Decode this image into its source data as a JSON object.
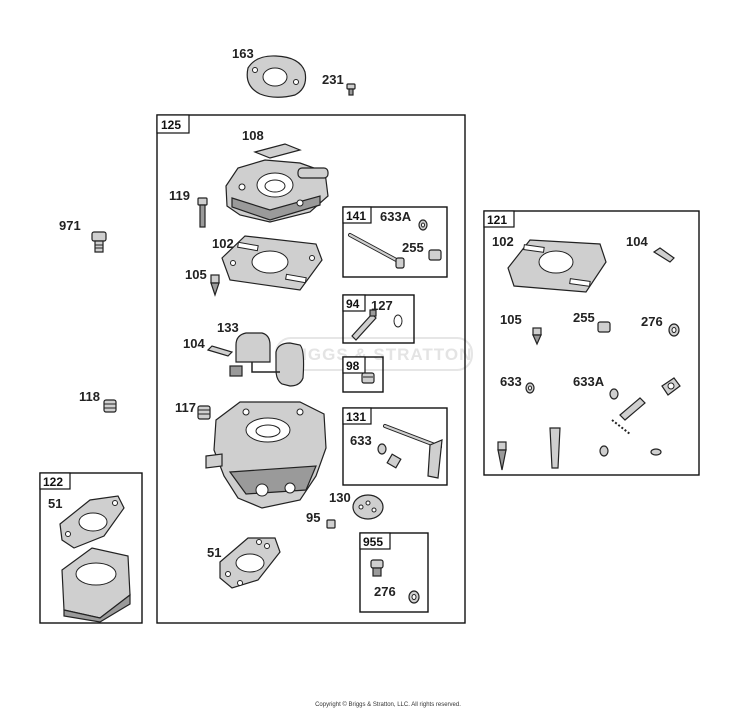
{
  "labels": {
    "l163": "163",
    "l231": "231",
    "l125": "125",
    "l108": "108",
    "l119": "119",
    "l971": "971",
    "l102a": "102",
    "l105a": "105",
    "l141": "141",
    "l633a_1": "633A",
    "l255a": "255",
    "l94": "94",
    "l127": "127",
    "l133": "133",
    "l104a": "104",
    "l98": "98",
    "l118": "118",
    "l117": "117",
    "l131": "131",
    "l633_1": "633",
    "l130": "130",
    "l95": "95",
    "l955": "955",
    "l276a": "276",
    "l51a": "51",
    "l122": "122",
    "l51b": "51",
    "l121": "121",
    "l102b": "102",
    "l104b": "104",
    "l105b": "105",
    "l255b": "255",
    "l276b": "276",
    "l633_2": "633",
    "l633a_2": "633A"
  },
  "watermark": "BRIGGS & STRATTON",
  "copyright": "Copyright © Briggs & Stratton, LLC. All rights reserved."
}
